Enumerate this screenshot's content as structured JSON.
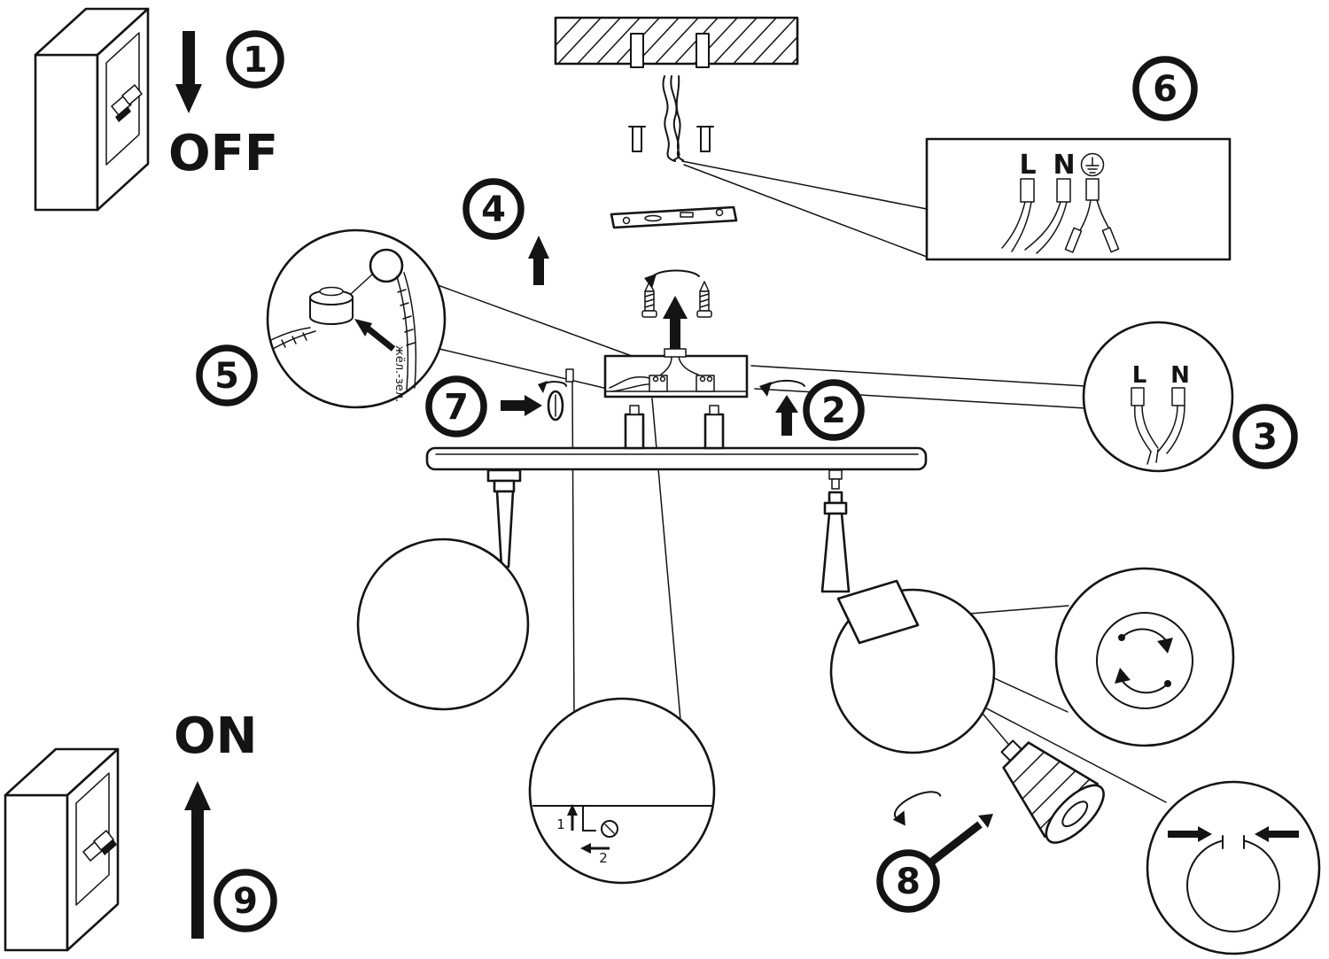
{
  "colors": {
    "line": "#141414",
    "background": "#ffffff"
  },
  "steps": [
    "1",
    "2",
    "3",
    "4",
    "5",
    "6",
    "7",
    "8",
    "9"
  ],
  "power": {
    "off_label": "OFF",
    "on_label": "ON"
  },
  "terminal_block": {
    "line": "L",
    "neutral": "N",
    "ground_symbol": "⏚"
  },
  "wire_pair_detail": {
    "line": "L",
    "neutral": "N"
  },
  "ground_wire_note": "жёл.-зел.",
  "adjustment_detail": {
    "first": "1",
    "second": "2"
  }
}
